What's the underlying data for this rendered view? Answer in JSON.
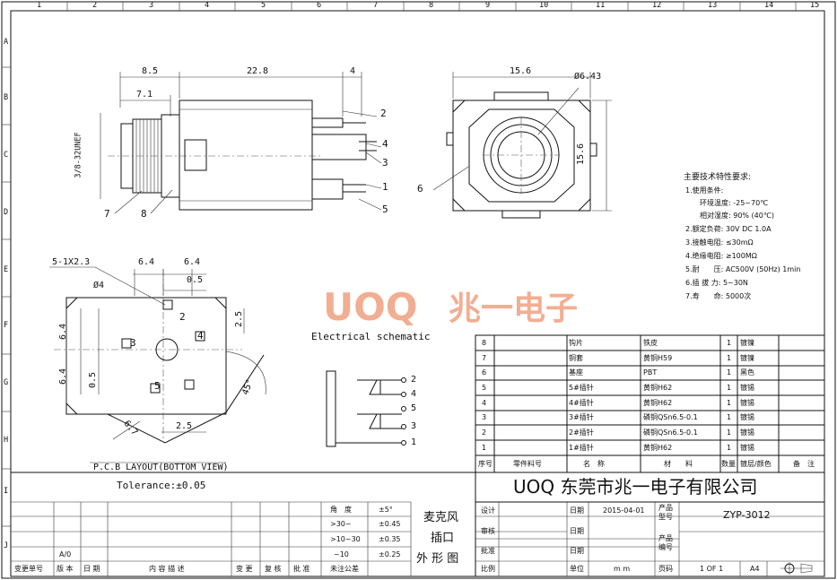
{
  "border": {
    "cols": [
      "1",
      "2",
      "3",
      "4",
      "5",
      "6",
      "7",
      "8",
      "9",
      "10",
      "11",
      "12",
      "13",
      "14",
      "15"
    ],
    "rows": [
      "A",
      "B",
      "C",
      "D",
      "E",
      "F",
      "G",
      "H",
      "I",
      "J"
    ]
  },
  "side_view": {
    "dims": [
      "8.5",
      "22.8",
      "4",
      "7.1"
    ],
    "thread": "3/8-32UNEF",
    "callouts": [
      "2",
      "4",
      "3",
      "1",
      "5",
      "7",
      "8"
    ]
  },
  "front_view": {
    "width": "15.6",
    "height": "15.6",
    "diameter": "Ø6.43",
    "callout": "6"
  },
  "pcb_view": {
    "hole": "5-1X2.3",
    "dims": [
      "6.4",
      "6.4",
      "0.5",
      "Ø4",
      "2.5",
      "6.4",
      "6.4",
      "0.5",
      "6.7",
      "2.5",
      "45°"
    ],
    "pins": [
      "2",
      "3",
      "4",
      "5"
    ],
    "title": "P.C.B LAYOUT(BOTTOM VIEW)",
    "tolerance": "Tolerance:±0.05"
  },
  "watermark": {
    "brand": "UOQ",
    "cn": "兆一电子"
  },
  "schematic": {
    "title": "Electrical schematic",
    "pins": [
      "2",
      "4",
      "5",
      "3",
      "1"
    ]
  },
  "specs": {
    "title": "主要技术特性要求:",
    "lines": [
      "1.使用条件:",
      "环境温度: -25~70℃",
      "相对湿度: 90% (40℃)",
      "2.额定负荷: 30V DC 1.0A",
      "3.接触电阻: ≤30mΩ",
      "4.绝缘电阻: ≥100MΩ",
      "5.耐　　压: AC500V (50Hz) 1min",
      "6.插 拔 力: 5~30N",
      "7.寿　　命: 5000次"
    ]
  },
  "bom": {
    "rows": [
      [
        "8",
        "钩片",
        "铁皮",
        "1",
        "镀镍"
      ],
      [
        "7",
        "铜套",
        "黄铜H59",
        "1",
        "镀镍"
      ],
      [
        "6",
        "基座",
        "PBT",
        "1",
        "黑色"
      ],
      [
        "5",
        "5#插针",
        "黄铜H62",
        "1",
        "镀锡"
      ],
      [
        "4",
        "4#插针",
        "黄铜H62",
        "1",
        "镀锡"
      ],
      [
        "3",
        "3#插针",
        "磷铜QSn6.5-0.1",
        "1",
        "镀锡"
      ],
      [
        "2",
        "2#插针",
        "磷铜QSn6.5-0.1",
        "1",
        "镀锡"
      ],
      [
        "1",
        "1#插针",
        "黄铜H62",
        "1",
        "镀锡"
      ]
    ],
    "header": [
      "序号",
      "零件料号",
      "名　称",
      "材　　料",
      "数量",
      "镀层/颜色",
      "备　注"
    ]
  },
  "company": "UOQ 东莞市兆一电子有限公司",
  "title_block": {
    "tolerance_header": [
      "角　度",
      "±5°"
    ],
    "tolerance_rows": [
      [
        ">30~",
        "±0.45"
      ],
      [
        ">10~30",
        "±0.35"
      ],
      [
        "~10",
        "±0.25"
      ]
    ],
    "note_label": "未注公差",
    "product_name": [
      "麦克风",
      "插口",
      "外 形 图"
    ],
    "design": "设计",
    "review": "审核",
    "approve": "批准",
    "ratio": "比例",
    "date_label": "日期",
    "date_value": "2015-04-01",
    "unit_label": "单位",
    "unit_value": "m m",
    "product_model_label": "产品型号",
    "product_model": "ZYP-3012",
    "product_no_label": "产品编号",
    "page_label": "页码",
    "page_value": "1 OF 1",
    "size": "A4",
    "revision_labels": [
      "变更单号",
      "版 本",
      "日 期",
      "内 容 描 述",
      "变 更",
      "复 核",
      "批 准"
    ],
    "revision_value": "A/0"
  }
}
